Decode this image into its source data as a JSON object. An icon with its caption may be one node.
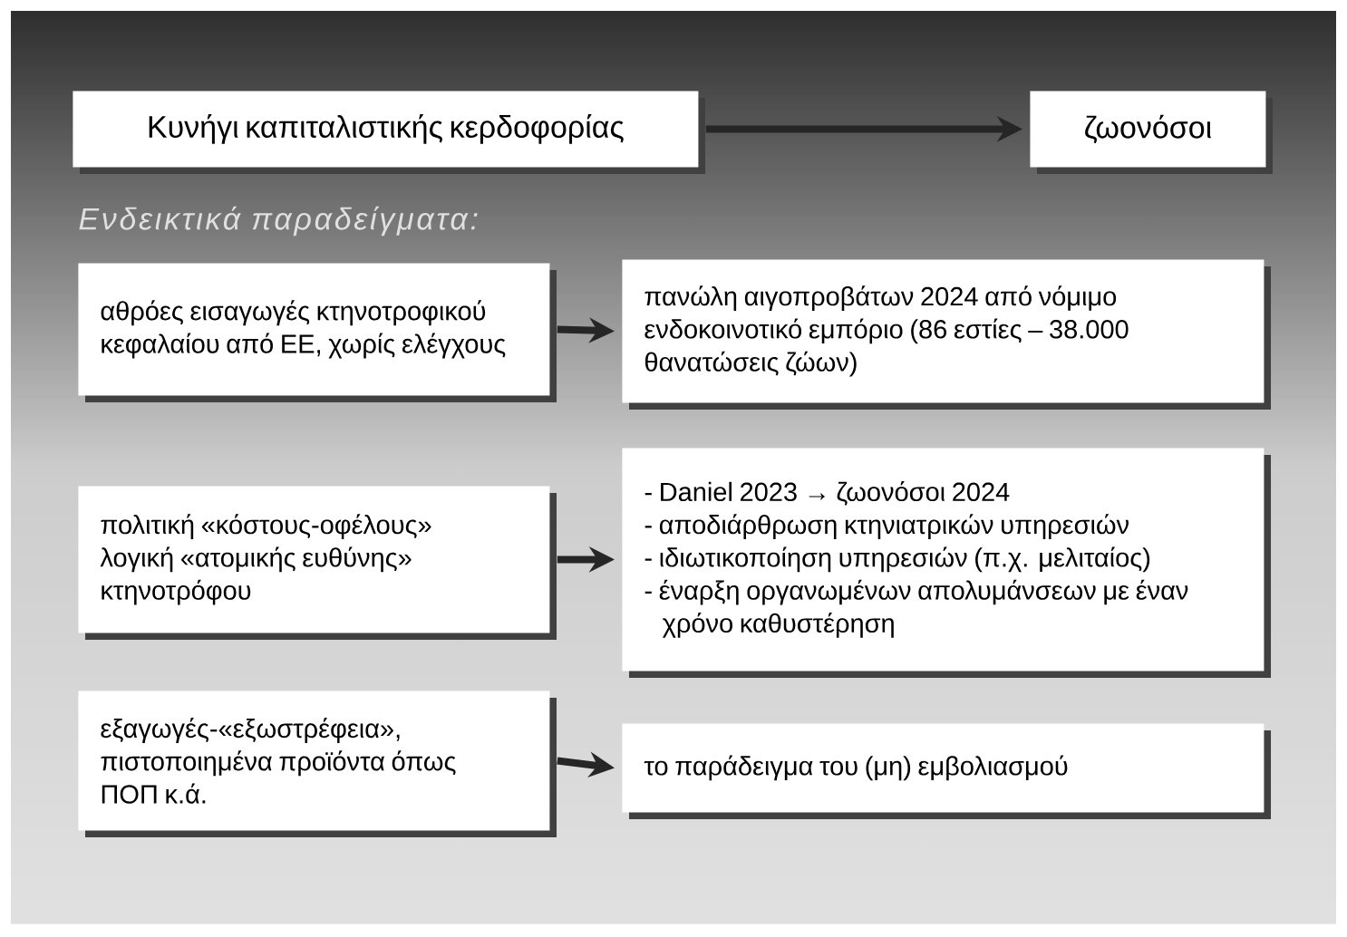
{
  "diagram": {
    "nodes": [
      {
        "text": [
          "Κυνήγι καπιταλιστικής κερδοφορίας"
        ]
      },
      {
        "text": [
          "ζωονόσοι"
        ]
      },
      {
        "text": [
          "αθρόες εισαγωγές κτηνοτροφικού κεφαλαίου από ΕΕ, χωρίς ελέγχους"
        ]
      },
      {
        "text": [
          "πανώλη αιγοπροβάτων 2024 από νόμιμο ενδοκοινοτικό εμπόριο (86 εστίες – 38.000 θανατώσεις ζώων)"
        ]
      },
      {
        "text": [
          "πολιτική «κόστους-οφέλους» λογική «ατομικής ευθύνης» κτηνοτρόφου"
        ]
      },
      {
        "text": [
          "- Daniel 2023 → ζωονόσοι 2024",
          "- αποδιάρθρωση κτηνιατρικών υπηρεσιών",
          "- ιδιωτικοποίηση υπηρεσιών (π.χ. μελιταίος)",
          "- έναρξη οργανωμένων απολυμάνσεων με έναν χρόνο καθυστέρηση"
        ]
      },
      {
        "text": [
          "εξαγωγές-«εξωστρέφεια», πιστοποιημένα προϊόντα όπως ΠΟΠ κ.ά."
        ]
      },
      {
        "text": [
          "το παράδειγμα του (μη) εμβολιασμού"
        ]
      }
    ],
    "edges": [
      {
        "from": 0,
        "to": 1,
        "arrow": "to"
      },
      {
        "from": 2,
        "to": 3,
        "arrow": "to"
      },
      {
        "from": 4,
        "to": 5,
        "arrow": "to"
      },
      {
        "from": 6,
        "to": 7,
        "arrow": "to"
      }
    ],
    "labels": [
      "Ενδεικτικά παραδείγματα:"
    ]
  }
}
